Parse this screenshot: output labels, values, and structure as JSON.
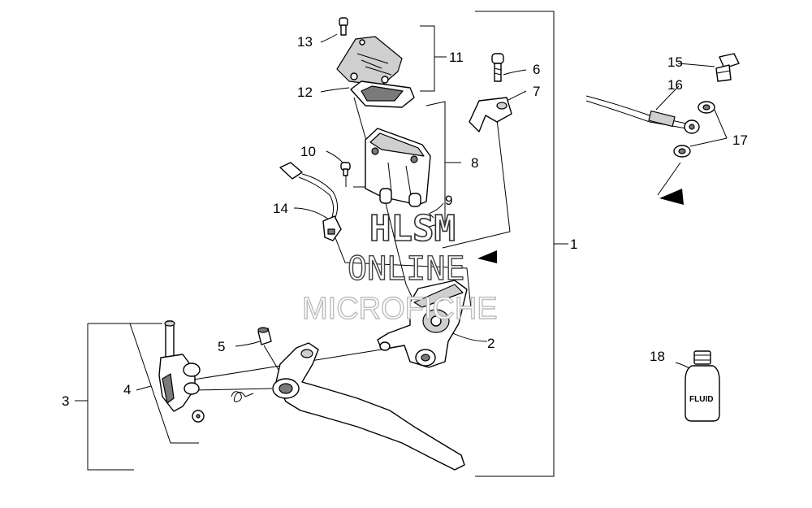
{
  "callouts": {
    "c1": "1",
    "c2": "2",
    "c3": "3",
    "c4": "4",
    "c5": "5",
    "c6": "6",
    "c7": "7",
    "c8": "8",
    "c9": "9",
    "c10": "10",
    "c11": "11",
    "c12": "12",
    "c13": "13",
    "c14": "14",
    "c15": "15",
    "c16": "16",
    "c17": "17",
    "c18": "18"
  },
  "bottle_label": "FLUID",
  "watermark": {
    "line1": "HLSM",
    "line2": "ONLINE",
    "line3": "MICROFICHE"
  }
}
